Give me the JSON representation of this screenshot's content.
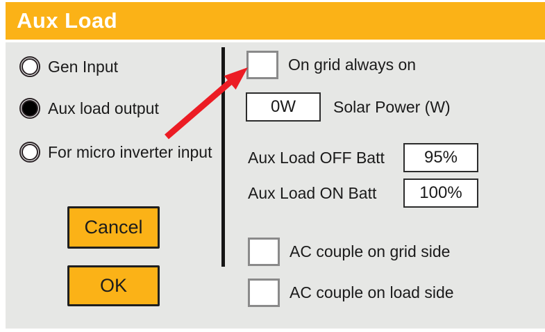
{
  "window": {
    "title": "Aux Load"
  },
  "colors": {
    "header_bg": "#FBB217",
    "panel_bg": "#E6E7E5",
    "button_bg": "#FBB217",
    "button_border": "#1f1f1f",
    "arrow_red": "#EC1C24",
    "checkbox_border": "#8a8a8a"
  },
  "left_panel": {
    "radios": [
      {
        "label": "Gen Input",
        "selected": false
      },
      {
        "label": "Aux load output",
        "selected": true
      },
      {
        "label": "For micro inverter input",
        "selected": false
      }
    ],
    "cancel_label": "Cancel",
    "ok_label": "OK"
  },
  "right_panel": {
    "on_grid": {
      "label": "On grid always on",
      "checked": false
    },
    "solar_power": {
      "value": "0W",
      "label": "Solar Power (W)"
    },
    "aux_load_off": {
      "label": "Aux Load OFF Batt",
      "value": "95%"
    },
    "aux_load_on": {
      "label": "Aux Load ON Batt",
      "value": "100%"
    },
    "ac_couple_grid": {
      "label": "AC couple on grid side",
      "checked": false
    },
    "ac_couple_load": {
      "label": "AC couple on load side",
      "checked": false
    }
  }
}
